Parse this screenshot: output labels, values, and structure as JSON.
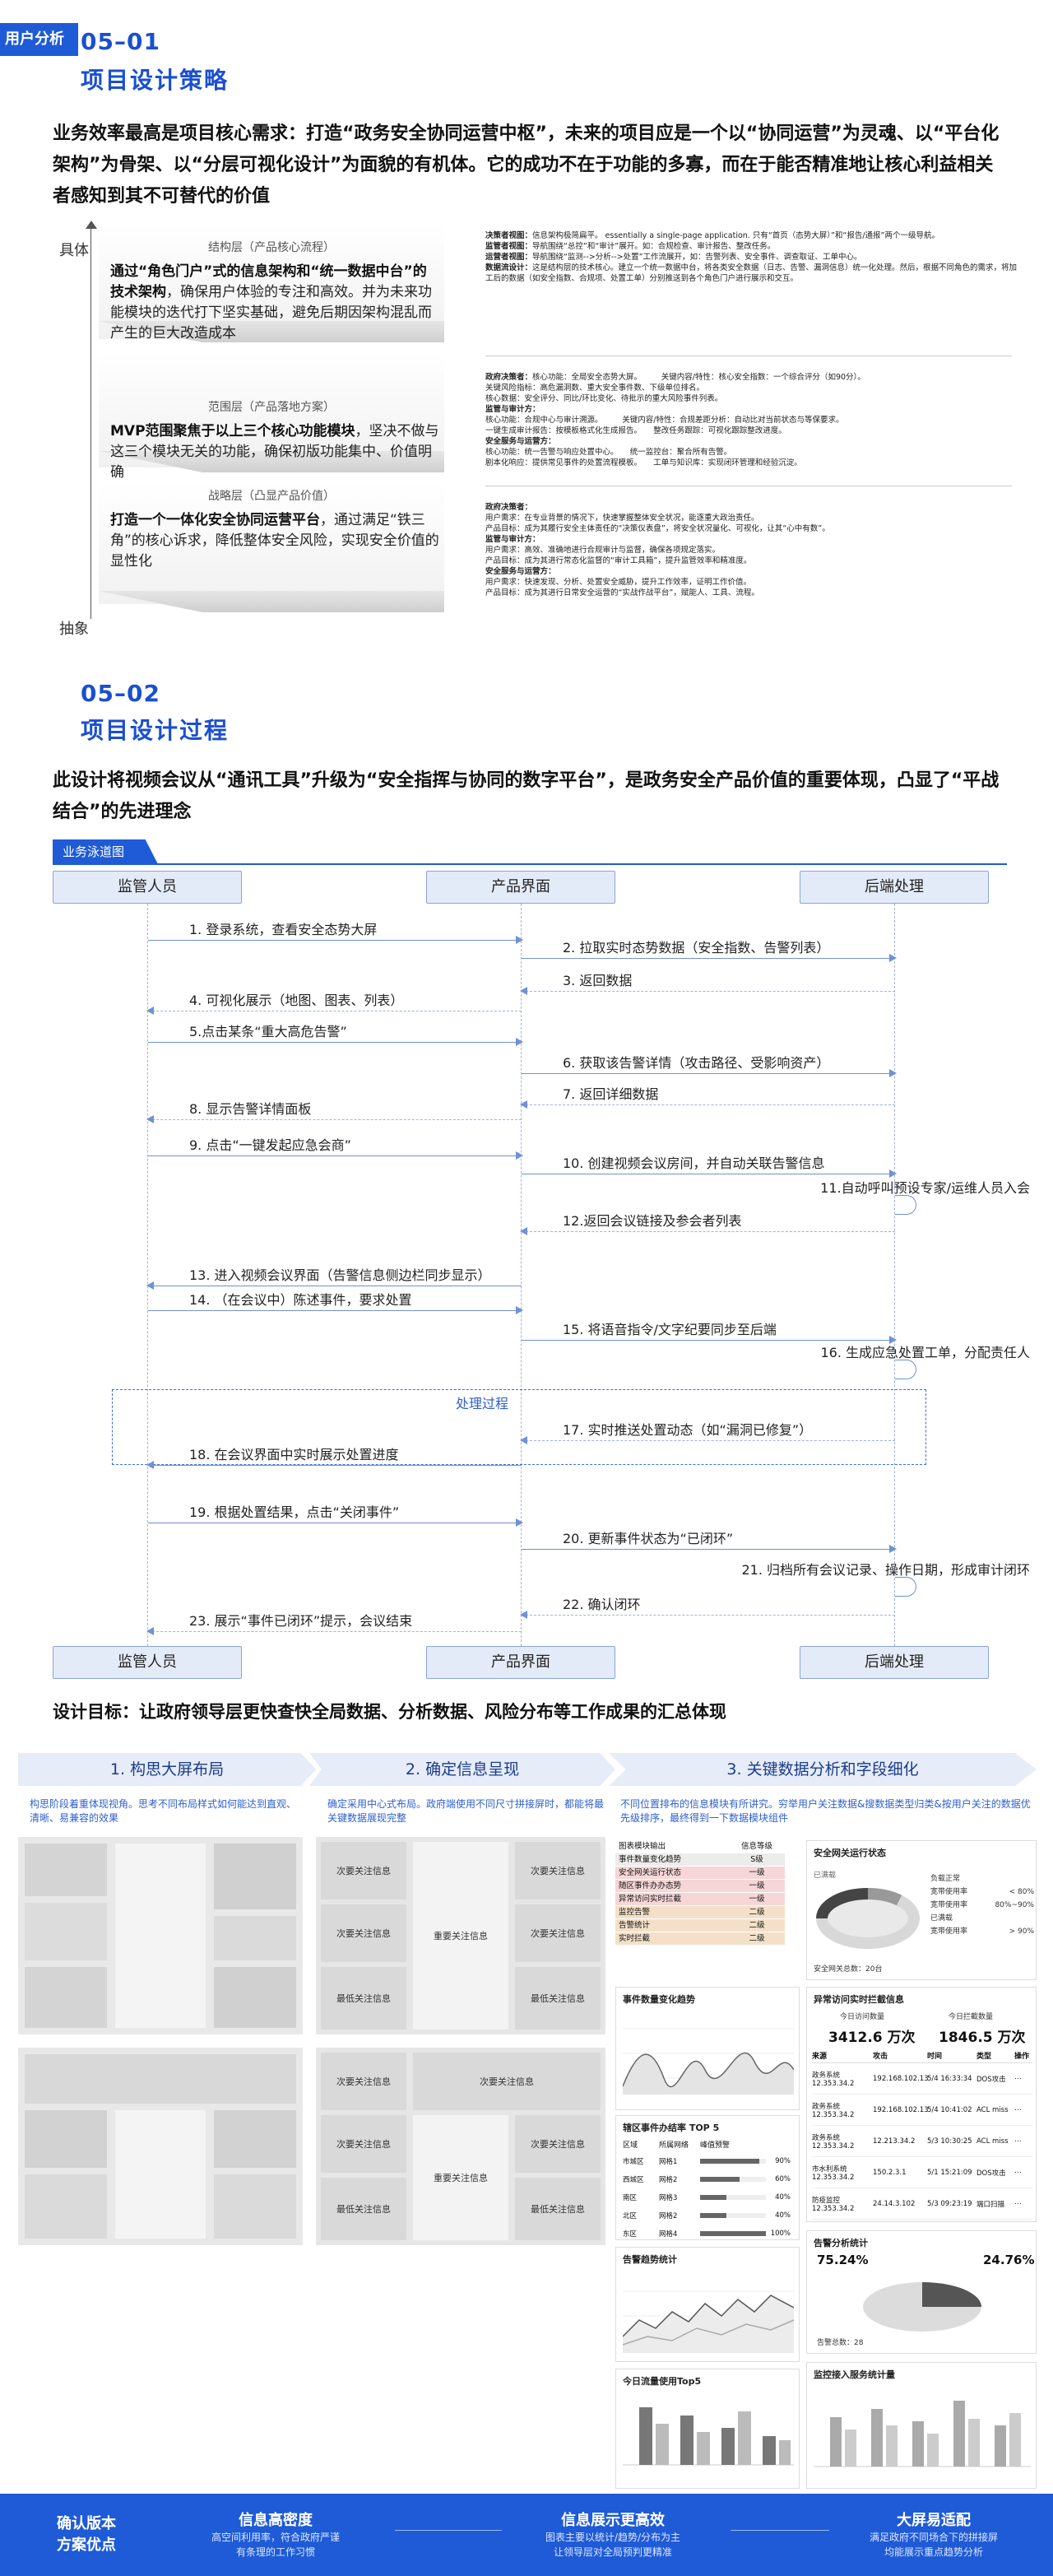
{
  "tag": "用户分析",
  "s1": {
    "num": "05–01",
    "title": "项目设计策略",
    "lead": "业务效率最高是项目核心需求：打造“政务安全协同运营中枢”，未来的项目应是一个以“协同运营”为灵魂、以“平台化架构”为骨架、以“分层可视化设计”为面貌的有机体。它的成功不在于功能的多寡，而在于能否精准地让核心利益相关者感知到其不可替代的价值",
    "axis_top": "具体",
    "axis_bottom": "抽象",
    "layers": [
      {
        "title": "结构层（产品核心流程）",
        "desc_bold": "通过“角色门户”式的信息架构和“统一数据中台”的技术架构",
        "desc": "，确保用户体验的专注和高效。并为未来功能模块的迭代打下坚实基础，避免后期因架构混乱而产生的巨大改造成本",
        "right": [
          {
            "h": "决策者视图：",
            "t": "信息架构极简扁平。 essentially a single-page application. 只有“首页（态势大屏）”和“报告/通报”两个一级导航。"
          },
          {
            "h": "监管者视图：",
            "t": "导航围绕“总控”和“审计”展开。如：合规检查、审计报告、整改任务。"
          },
          {
            "h": "运营者视图：",
            "t": "导航围绕“监测-->分析-->处置”工作流展开，如：告警列表、安全事件、调查取证、工单中心。"
          },
          {
            "h": "数据流设计：",
            "t": "这是结构层的技术核心。建立一个统一数据中台，将各类安全数据（日志、告警、漏洞信息）统一化处理。然后，根据不同角色的需求，将加工后的数据（如安全指数、合规项、处置工单）分别推送到各个角色门户进行展示和交互。"
          }
        ]
      },
      {
        "title": "范围层（产品落地方案）",
        "desc_bold": "MVP范围聚焦于以上三个核心功能模块",
        "desc": "，坚决不做与这三个模块无关的功能，确保初版功能集中、价值明确",
        "right": [
          {
            "h": "政府决策者：",
            "t": "核心功能：全局安全态势大屏。　　　关键内容/特性：核心安全指数：一个综合评分（如90分）。"
          },
          {
            "h": "",
            "t": "关键风险指标：高危漏洞数、重大安全事件数、下级单位排名。"
          },
          {
            "h": "",
            "t": "核心数据：安全评分、同比/环比变化、待批示的重大风险事件列表。"
          },
          {
            "h": "监管与审计方：",
            "t": ""
          },
          {
            "h": "",
            "t": "核心功能：合规中心与审计溯源。　　　关键内容/特性：合规差距分析：自动比对当前状态与等保要求。"
          },
          {
            "h": "",
            "t": "一键生成审计报告：按模板格式化生成报告。　　整改任务跟踪：可视化跟踪整改进度。"
          },
          {
            "h": "安全服务与运营方：",
            "t": ""
          },
          {
            "h": "",
            "t": "核心功能：统一告警与响应处置中心。　　统一监控台：聚合所有告警。"
          },
          {
            "h": "",
            "t": "剧本化响应：提供常见事件的处置流程模板。　　工单与知识库：实现闭环管理和经验沉淀。"
          }
        ]
      },
      {
        "title": "战略层（凸显产品价值）",
        "desc_bold": "打造一个一体化安全协同运营平台",
        "desc": "，通过满足“铁三角”的核心诉求，降低整体安全风险，实现安全价值的显性化",
        "right": [
          {
            "h": "政府决策者：",
            "t": ""
          },
          {
            "h": "",
            "t": "用户需求：在专业背景的情况下，快速掌握整体安全状况，能逐重大政治责任。"
          },
          {
            "h": "",
            "t": "产品目标：成为其履行安全主体责任的“决策仪表盘”，将安全状况量化、可视化，让其“心中有数”。"
          },
          {
            "h": "监管与审计方：",
            "t": ""
          },
          {
            "h": "",
            "t": "用户需求：高效、准确地进行合规审计与监督，确保各项规定落实。"
          },
          {
            "h": "",
            "t": "产品目标：成为其进行常态化监督的“审计工具箱”，提升监管效率和精准度。"
          },
          {
            "h": "安全服务与运营方：",
            "t": ""
          },
          {
            "h": "",
            "t": "用户需求：快速发现、分析、处置安全威胁，提升工作效率，证明工作价值。"
          },
          {
            "h": "",
            "t": "产品目标：成为其进行日常安全运营的“实战作战平台”，赋能人、工具、流程。"
          }
        ]
      }
    ]
  },
  "s2": {
    "num": "05–02",
    "title": "项目设计过程",
    "lead": "此设计将视频会议从“通讯工具”升级为“安全指挥与协同的数字平台”，是政务安全产品价值的重要体现，凸显了“平战结合”的先进理念",
    "diagram_tag": "业务泳道图",
    "lanes": [
      "监管人员",
      "产品界面",
      "后端处理"
    ],
    "process_label": "处理过程",
    "messages": [
      "1. 登录系统，查看安全态势大屏",
      "2. 拉取实时态势数据（安全指数、告警列表）",
      "3. 返回数据",
      "4. 可视化展示（地图、图表、列表）",
      "5.点击某条“重大高危告警”",
      "6. 获取该告警详情（攻击路径、受影响资产）",
      "7. 返回详细数据",
      "8. 显示告警详情面板",
      "9. 点击“一键发起应急会商”",
      "10. 创建视频会议房间，并自动关联告警信息",
      "11.自动呼叫预设专家/运维人员入会",
      "12.返回会议链接及参会者列表",
      "13. 进入视频会议界面（告警信息侧边栏同步显示）",
      "14. （在会议中）陈述事件，要求处置",
      "15. 将语音指令/文字纪要同步至后端",
      "16. 生成应急处置工单，分配责任人",
      "17. 实时推送处置动态（如“漏洞已修复”）",
      "18. 在会议界面中实时展示处置进度",
      "19. 根据处置结果，点击“关闭事件”",
      "20. 更新事件状态为“已闭环”",
      "21. 归档所有会议记录、操作日期，形成审计闭环",
      "22. 确认闭环",
      "23. 展示“事件已闭环”提示，会议结束"
    ]
  },
  "s3": {
    "goal": "设计目标：让政府领导层更快查快全局数据、分析数据、风险分布等工作成果的汇总体现",
    "steps": [
      "1. 构思大屏布局",
      "2. 确定信息呈现",
      "3. 关键数据分析和字段细化"
    ],
    "notes": [
      "构思阶段着重体现视角。思考不同布局样式如何能达到直观、清晰、易兼容的效果",
      "确定采用中心式布局。政府端使用不同尺寸拼接屏时，都能将最关键数据展现完整",
      "不同位置排布的信息模块有所讲究。穷举用户关注数据&搜数据类型归类&按用户关注的数据优先级排序，最终得到一下数据模块组件"
    ],
    "panel_labels": {
      "secondary": "次要关注信息",
      "primary": "重要关注信息",
      "least": "最低关注信息"
    },
    "table": {
      "headers": [
        "图表模块输出",
        "信息等级"
      ],
      "rows": [
        [
          "事件数量变化趋势",
          "S级"
        ],
        [
          "安全网关运行状态",
          "一级"
        ],
        [
          "随区事件办办态势",
          "一级"
        ],
        [
          "异常访问实时拦截",
          "一级"
        ],
        [
          "监控告警",
          "二级"
        ],
        [
          "告警统计",
          "二级"
        ],
        [
          "实时拦截",
          "二级"
        ]
      ]
    },
    "gateway": {
      "title": "安全网关运行状态",
      "state": "已满载",
      "legend": [
        "负载正常",
        "宽带使用率",
        "< 80%",
        "宽带使用率",
        "80%~90%",
        "已满载",
        "宽带使用率",
        "> 90%"
      ],
      "footer": "安全网关总数：20台"
    },
    "trend": {
      "title": "事件数量变化趋势"
    },
    "intercept": {
      "title": "异常访问实时拦截信息",
      "today_label": "今日访问数量",
      "today_value": "3412.6 万次",
      "block_label": "今日拦截数量",
      "block_value": "1846.5 万次",
      "headers": [
        "来源",
        "攻击",
        "时间",
        "类型",
        "操作"
      ],
      "rows": [
        [
          "政务系统 12.353.34.2",
          "192.168.102.13",
          "5/4 16:33:34",
          "DOS攻击"
        ],
        [
          "政务系统 12.353.34.2",
          "192.168.102.13",
          "5/4 10:41:02",
          "ACL miss"
        ],
        [
          "政务系统 12.353.34.2",
          "12.213.34.2",
          "5/3 10:30:25",
          "ACL miss"
        ],
        [
          "市水利系统 12.353.34.2",
          "150.2.3.1",
          "5/1 15:21:09",
          "DOS攻击"
        ],
        [
          "防疫监控 12.353.34.2",
          "24.14.3.102",
          "5/3 09:23:19",
          "端口扫描"
        ]
      ]
    },
    "top5": {
      "title": "辖区事件办结率 TOP 5",
      "headers": [
        "区域",
        "所属网络",
        "峰值预警"
      ],
      "rows": [
        {
          "area": "市城区",
          "net": "网格1",
          "pct": 90
        },
        {
          "area": "西城区",
          "net": "网格2",
          "pct": 60
        },
        {
          "area": "南区",
          "net": "网格3",
          "pct": 40
        },
        {
          "area": "北区",
          "net": "网格2",
          "pct": 40
        },
        {
          "area": "东区",
          "net": "网格4",
          "pct": 100
        }
      ]
    },
    "alarm_trend": {
      "title": "告警趋势统计"
    },
    "alarm_analysis": {
      "title": "告警分析统计",
      "left_pct": "75.24%",
      "right_pct": "24.76%",
      "footer": "告警总数：28"
    },
    "traffic": {
      "title": "今日流量使用Top5"
    },
    "access": {
      "title": "监控接入服务统计量"
    },
    "banner": {
      "title": "确认版本\n方案优点",
      "items": [
        {
          "h": "信息高密度",
          "t": "高空间利用率，符合政府严谨\n有条理的工作习惯"
        },
        {
          "h": "信息展示更高效",
          "t": "图表主要以统计/趋势/分布为主\n让领导层对全局预判更精准"
        },
        {
          "h": "大屏易适配",
          "t": "满足政府不同场合下的拼接屏\n均能展示重点趋势分析"
        }
      ]
    }
  }
}
